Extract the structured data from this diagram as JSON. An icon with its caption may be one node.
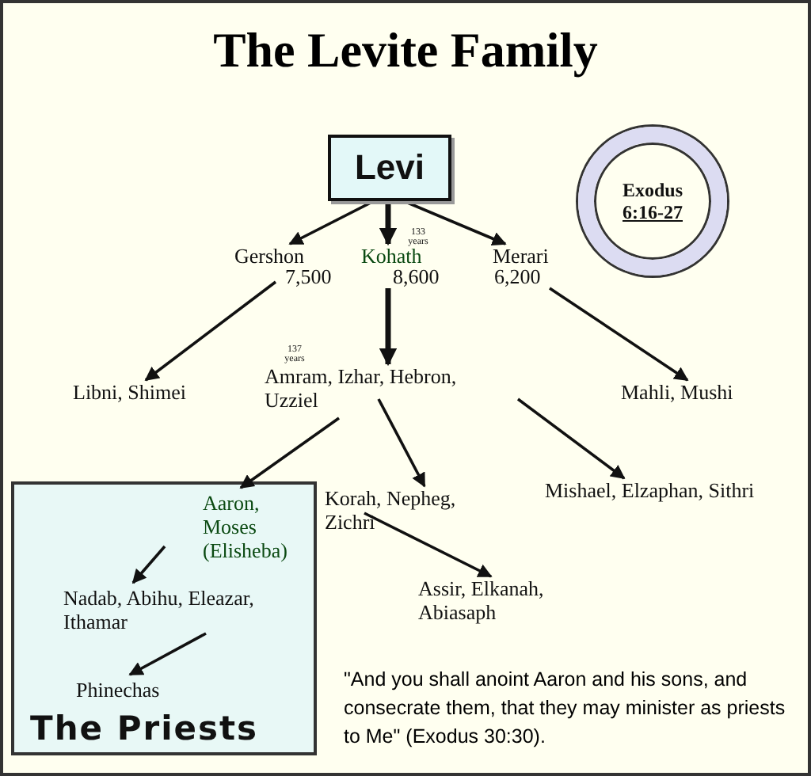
{
  "diagram": {
    "title": "The Levite Family",
    "nodes": [
      {
        "text": [
          "Levi"
        ]
      },
      {
        "text": [
          "Gershon"
        ],
        "beside": [
          "7,500"
        ]
      },
      {
        "text": [
          "Kohath"
        ],
        "beside": [
          "133 years",
          "8,600"
        ]
      },
      {
        "text": [
          "Merari"
        ],
        "beside": [
          "6,200"
        ]
      },
      {
        "text": [
          "Libni, Shimei"
        ]
      },
      {
        "text": [
          "Amram, Izhar, Hebron, Uzziel"
        ],
        "beside": [
          "137 years"
        ]
      },
      {
        "text": [
          "Mahli, Mushi"
        ]
      },
      {
        "text": [
          "The Priests"
        ]
      },
      {
        "text": [
          "Aaron, Moses (Elisheba)"
        ],
        "in": 7
      },
      {
        "text": [
          "Nadab, Abihu, Eleazar, Ithamar"
        ],
        "in": 7
      },
      {
        "text": [
          "Phinechas"
        ],
        "in": 7
      },
      {
        "text": [
          "Korah, Nepheg, Zichri"
        ]
      },
      {
        "text": [
          "Mishael, Elzaphan, Sithri"
        ]
      },
      {
        "text": [
          "Assir, Elkanah, Abiasaph"
        ]
      },
      {
        "text": [
          "Exodus",
          "6:16-27"
        ]
      }
    ],
    "edges": [
      {
        "from": 0,
        "to": 1,
        "arrow": "to"
      },
      {
        "from": 0,
        "to": 2,
        "arrow": "to",
        "style": "thick"
      },
      {
        "from": 0,
        "to": 3,
        "arrow": "to"
      },
      {
        "from": 1,
        "to": 4,
        "arrow": "to"
      },
      {
        "from": 2,
        "to": 5,
        "arrow": "to",
        "style": "thick"
      },
      {
        "from": 3,
        "to": 6,
        "arrow": "to"
      },
      {
        "from": 5,
        "to": 8,
        "arrow": "to"
      },
      {
        "from": 5,
        "to": 11,
        "arrow": "to"
      },
      {
        "from": 5,
        "to": 12,
        "arrow": "to"
      },
      {
        "from": 8,
        "to": 9,
        "arrow": "to"
      },
      {
        "from": 9,
        "to": 10,
        "arrow": "to"
      },
      {
        "from": 11,
        "to": 13,
        "arrow": "to"
      }
    ],
    "labels": [
      "\"And you shall anoint Aaron and his sons, and consecrate them, that they may minister as priests to Me\" (Exodus 30:30)."
    ]
  }
}
